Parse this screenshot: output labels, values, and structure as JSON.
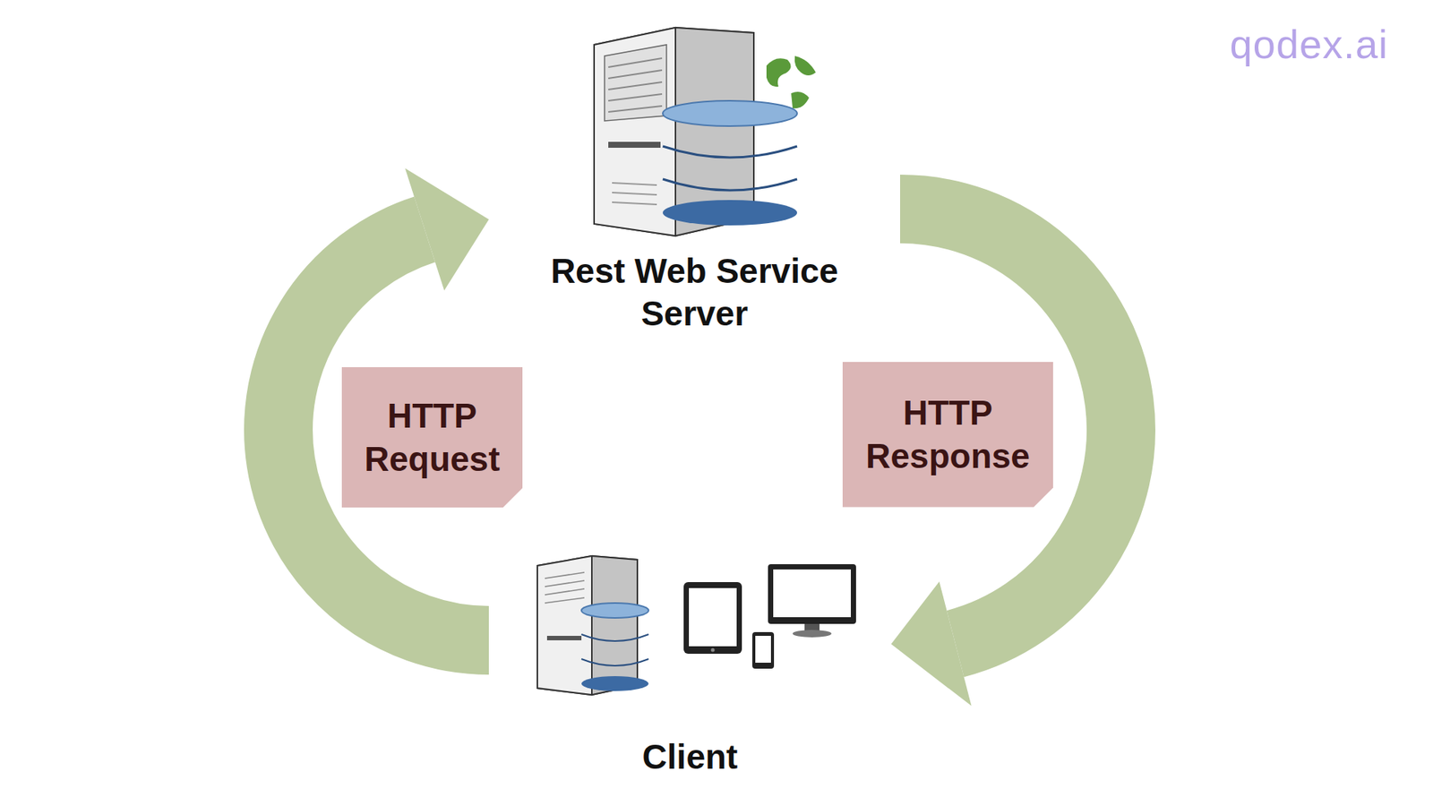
{
  "diagram": {
    "nodes": [
      {
        "text": [
          "Rest Web Service Server"
        ]
      },
      {
        "text": [
          "HTTP Request"
        ]
      },
      {
        "text": [
          "HTTP Response"
        ]
      },
      {
        "text": [
          "Client"
        ]
      }
    ],
    "edges": [
      {
        "from": 3,
        "to": 0,
        "arrow": "to"
      },
      {
        "from": 0,
        "to": 3,
        "arrow": "to"
      }
    ],
    "labels": [
      "qodex.ai"
    ]
  }
}
